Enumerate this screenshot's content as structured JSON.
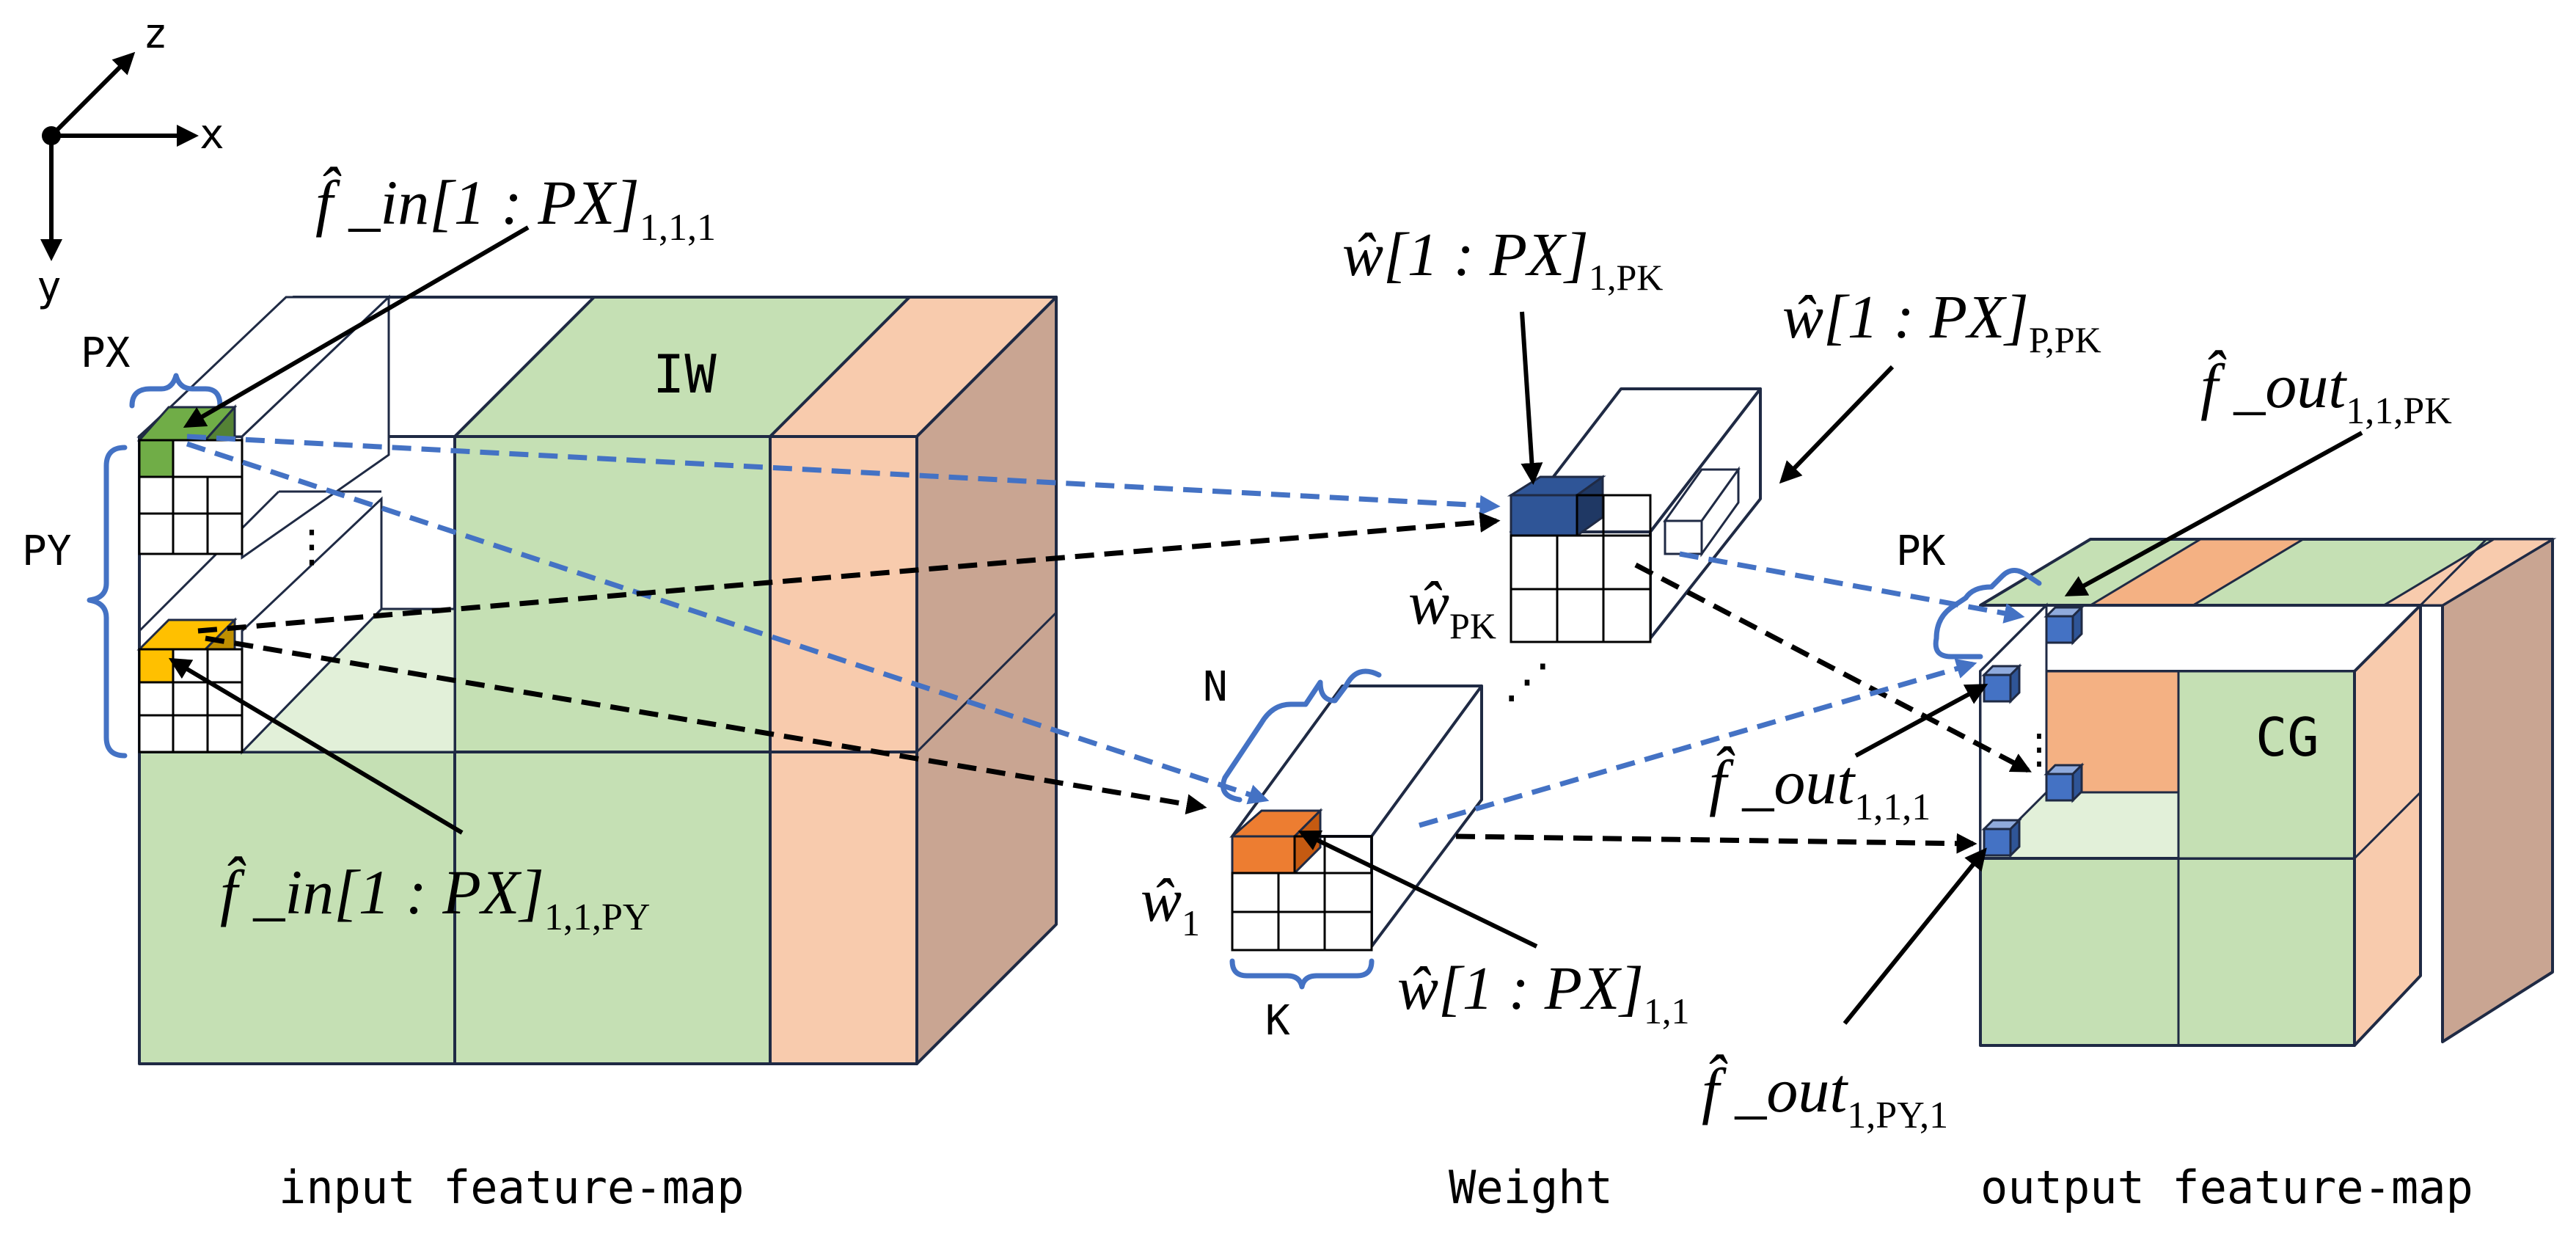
{
  "axes": {
    "z": "z",
    "x": "x",
    "y": "y"
  },
  "input": {
    "block_label": "IW",
    "px": "PX",
    "py": "PY",
    "ellipsis": "⋮",
    "f_in_top": {
      "base": "f̂ _in[1 : PX]",
      "sub": "1,1,1"
    },
    "f_in_bottom": {
      "base": "f̂ _in[1 : PX]",
      "sub": "1,1,PY"
    },
    "caption": "input feature-map"
  },
  "weight": {
    "w_pk_top": {
      "base": "ŵ[1 : PX]",
      "sub": "1,PK"
    },
    "w_p_pk": {
      "base": "ŵ[1 : PX]",
      "sub": "P,PK"
    },
    "w_pk": {
      "base": "ŵ",
      "sub": "PK"
    },
    "w_1": {
      "base": "ŵ",
      "sub": "1"
    },
    "w_11": {
      "base": "ŵ[1 : PX]",
      "sub": "1,1"
    },
    "n": "N",
    "k": "K",
    "ellipsis": "⋰",
    "caption": "Weight"
  },
  "output": {
    "block_label": "CG",
    "pk": "PK",
    "ellipsis": "⋮",
    "f_out_pk": {
      "base": "f̂ _out",
      "sub": "1,1,PK"
    },
    "f_out_111": {
      "base": "f̂ _out",
      "sub": "1,1,1"
    },
    "f_out_py": {
      "base": "f̂ _out",
      "sub": "1,PY,1"
    },
    "caption": "output feature-map"
  },
  "colors": {
    "green_light": "#c5e0b4",
    "green_pale": "#e2f0d9",
    "peach": "#f8cbad",
    "brown": "#c9a592",
    "salmon": "#f4b183",
    "cell_green": "#70ad47",
    "cell_yellow": "#ffc000",
    "cell_orange": "#ed7d31",
    "cell_navy": "#2f5597",
    "cell_blue": "#4472c4",
    "dash_blue": "#4472c4",
    "outline": "#1f2a44"
  }
}
